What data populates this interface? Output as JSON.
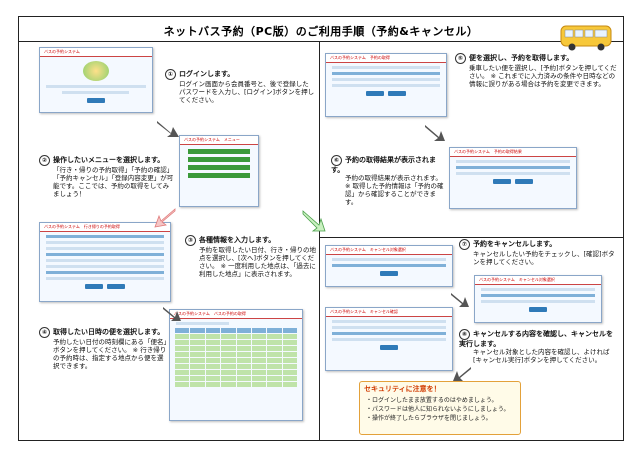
{
  "title": "ネットバス予約（PC版）のご利用手順（予約&キャンセル）",
  "steps": [
    {
      "num": "①",
      "head": "ログインします。",
      "body": "ログイン画面から会員番号と、後で登録したパスワードを入力し、[ログイン]ボタンを押してください。"
    },
    {
      "num": "②",
      "head": "操作したいメニューを選択します。",
      "body": "「行き・帰りの予約取得」「予約の確認」「予約キャンセル」「登録内容変更」が可能です。ここでは、予約の取得をしてみましょう！"
    },
    {
      "num": "③",
      "head": "各種情報を入力します。",
      "body": "予約を取得したい日付、行き・帰りの地点を選択し、[次へ]ボタンを押してください。 ※ 一度利用した地点は、「過去に利用した地点」に表示されます。"
    },
    {
      "num": "④",
      "head": "取得したい日時の便を選択します。",
      "body": "予約したい日付の時刻欄にある「便名」ボタンを押してください。 ※ 行き帰りの予約時は、指定する地点から便を選択できます。"
    },
    {
      "num": "⑤",
      "head": "便を選択し、予約を取得します。",
      "body": "乗車したい便を選択し、[予約]ボタンを押してください。 ※ これまでに入力済みの条件や日時などの情報に誤りがある場合は予約を変更できます。"
    },
    {
      "num": "⑥",
      "head": "予約の取得結果が表示されます。",
      "body": "予約の取得結果が表示されます。 ※ 取得した予約情報は「予約の確認」から確認することができます。"
    },
    {
      "num": "⑦",
      "head": "予約をキャンセルします。",
      "body": "キャンセルしたい予約をチェックし、[確認]ボタンを押してください。"
    },
    {
      "num": "⑧",
      "head": "キャンセルする内容を確認し、キャンセルを実行します。",
      "body": "キャンセル対象とした内容を確認し、よければ[キャンセル実行]ボタンを押してください。"
    }
  ],
  "screens": {
    "login": "バスの予約システム",
    "menu": "バスの予約システム　メニュー",
    "input": "バスの予約システム　行き帰りの予約取得",
    "select": "バスの予約システム　バスの予約の取得",
    "confirm": "バスの予約システム　予約の取得",
    "result": "バスの予約システム　予約の取得結果",
    "cancel": "バスの予約システム　キャンセル対象選択",
    "cancel_confirm": "バスの予約システム　キャンセル確認"
  },
  "security": {
    "heading": "セキュリティに注意を！",
    "items": [
      "ログインしたまま放置するのはやめましょう。",
      "パスワードは他人に知られないようにしましょう。",
      "操作が終了したらブラウザを閉じましょう。"
    ]
  }
}
